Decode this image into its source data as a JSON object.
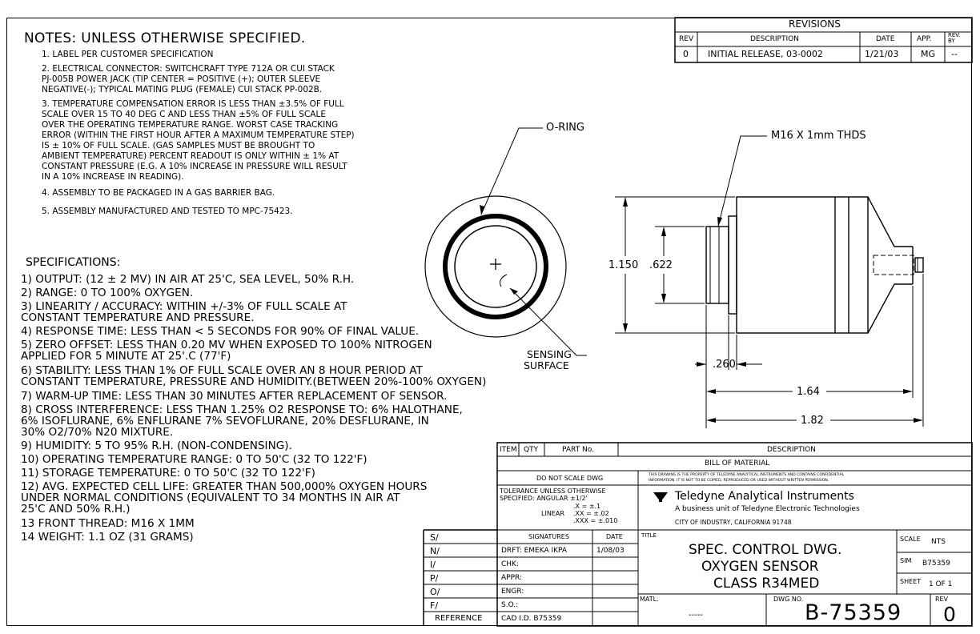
{
  "revisions": {
    "title": "REVISIONS",
    "headers": [
      "REV",
      "DESCRIPTION",
      "DATE",
      "APP.",
      "REV. BY"
    ],
    "rows": [
      [
        "0",
        "INITIAL RELEASE, 03-0002",
        "1/21/03",
        "MG",
        "--"
      ]
    ]
  },
  "notes": {
    "title": "NOTES: UNLESS OTHERWISE SPECIFIED.",
    "lines": [
      "1.  LABEL PER CUSTOMER SPECIFICATION",
      "2.  ELECTRICAL CONNECTOR: SWITCHCRAFT TYPE 712A OR CUI STACK",
      "     PJ-005B POWER JACK (TIP CENTER = POSITIVE (+); OUTER SLEEVE",
      "     NEGATIVE(-); TYPICAL MATING PLUG (FEMALE) CUI STACK PP-002B.",
      "3.  TEMPERATURE COMPENSATION ERROR IS LESS THAN ±3.5% OF FULL",
      "     SCALE OVER 15 TO 40 DEG C AND LESS THAN ±5% OF FULL SCALE",
      "     OVER THE OPERATING TEMPERATURE RANGE. WORST CASE TRACKING",
      "     ERROR (WITHIN THE FIRST HOUR AFTER A MAXIMUM TEMPERATURE STEP)",
      "     IS ± 10% OF FULL SCALE. (GAS SAMPLES MUST BE BROUGHT TO",
      "     AMBIENT TEMPERATURE) PERCENT READOUT IS ONLY WITHIN ± 1% AT",
      "     CONSTANT PRESSURE (E.G. A 10% INCREASE IN PRESSURE WILL RESULT",
      "     IN A 10% INCREASE IN READING).",
      "4.  ASSEMBLY TO BE PACKAGED IN A GAS BARRIER BAG.",
      "5.  ASSEMBLY MANUFACTURED AND TESTED TO MPC-75423."
    ]
  },
  "specifications": {
    "title": "SPECIFICATIONS:",
    "lines": [
      "1) OUTPUT: (12 ± 2 MV) IN AIR AT 25'C, SEA LEVEL, 50% R.H.",
      "2) RANGE: 0 TO 100% OXYGEN.",
      "3) LINEARITY / ACCURACY: WITHIN +/-3% OF FULL SCALE AT",
      "    CONSTANT TEMPERATURE AND PRESSURE.",
      "4) RESPONSE TIME: LESS THAN < 5 SECONDS FOR 90% OF FINAL VALUE.",
      "5) ZERO OFFSET: LESS THAN 0.20 MV WHEN EXPOSED TO 100% NITROGEN",
      "    APPLIED FOR 5 MINUTE AT 25'.C (77'F)",
      "6) STABILITY: LESS THAN 1% OF FULL SCALE OVER AN 8 HOUR PERIOD AT",
      "    CONSTANT TEMPERATURE, PRESSURE AND HUMIDITY.(BETWEEN 20%-100% OXYGEN)",
      "7) WARM-UP TIME: LESS THAN 30 MINUTES AFTER REPLACEMENT OF SENSOR.",
      "8) CROSS INTERFERENCE: LESS THAN 1.25% O2 RESPONSE TO: 6% HALOTHANE,",
      "    6% ISOFLURANE, 6% ENFLURANE 7% SEVOFLURANE, 20% DESFLURANE, IN",
      "    30% O2/70%   N20 MIXTURE.",
      "9) HUMIDITY: 5 TO 95% R.H. (NON-CONDENSING).",
      "10) OPERATING TEMPERATURE RANGE: 0 TO 50'C (32 TO 122'F)",
      "11) STORAGE TEMPERATURE: 0 TO 50'C (32 TO 122'F)",
      "12) AVG. EXPECTED CELL LIFE: GREATER THAN 500,000% OXYGEN HOURS",
      "     UNDER NORMAL CONDITIONS (EQUIVALENT TO 34 MONTHS IN AIR AT",
      "     25'C AND 50% R.H.)",
      "13  FRONT THREAD: M16 X 1MM",
      "14  WEIGHT: 1.1 OZ (31 GRAMS)"
    ]
  },
  "drawing": {
    "oring": "O-RING",
    "sensing1": "SENSING",
    "sensing2": "SURFACE",
    "thread": "M16 X 1mm THDS",
    "dim_1150": "1.150",
    "dim_622": ".622",
    "dim_260": ".260",
    "dim_164": "1.64",
    "dim_182": "1.82"
  },
  "bom": {
    "headers": [
      "ITEM",
      "QTY",
      "PART No.",
      "DESCRIPTION"
    ],
    "bill": "BILL OF MATERIAL"
  },
  "title_block": {
    "do_not_scale": "DO NOT SCALE DWG",
    "tol1": "TOLERANCE UNLESS OTHERWISE",
    "tol2": "SPECIFIED: ANGULAR ±1/2'",
    "tol_linear": "LINEAR",
    "tol_x": ".X     = ±.1",
    "tol_xx": ".XX   = ±.02",
    "tol_xxx": ".XXX = ±.010",
    "prop1": "THIS DRAWING IS THE PROPERTY OF TELEDYNE ANALYTICAL INSTRUMENTS AND CONTAINS CONFIDENTIAL",
    "prop2": "INFORMATION. IT IS NOT TO BE COPIED, REPRODUCED OR USED WITHOUT WRITTEN PERMISSION.",
    "company": "Teledyne Analytical Instruments",
    "company_sub": "A business unit of Teledyne Electronic Technologies",
    "city": "CITY OF INDUSTRY, CALIFORNIA 91748",
    "signatures": "SIGNATURES",
    "date": "DATE",
    "drft": "DRFT: EMEKA IKPA",
    "drft_date": "1/08/03",
    "chk": "CHK:",
    "appr": "APPR:",
    "engr": "ENGR:",
    "so": "S.O.:",
    "cad": "CAD I.D. B75359",
    "rev_left": [
      "S/",
      "N/",
      "I/",
      "P/",
      "O/",
      "F/"
    ],
    "reference": "REFERENCE",
    "title_label": "TITLE",
    "title1": "SPEC. CONTROL DWG.",
    "title2": "OXYGEN SENSOR",
    "title3": "CLASS R34MED",
    "scale_label": "SCALE",
    "scale": "NTS",
    "sim_label": "SIM",
    "sim": "B75359",
    "sheet_label": "SHEET",
    "sheet": "1  OF  1",
    "matl_label": "MATL.",
    "matl": "-----",
    "dwg_label": "DWG NO.",
    "dwg_no": "B-75359",
    "rev_label": "REV",
    "rev": "0"
  }
}
